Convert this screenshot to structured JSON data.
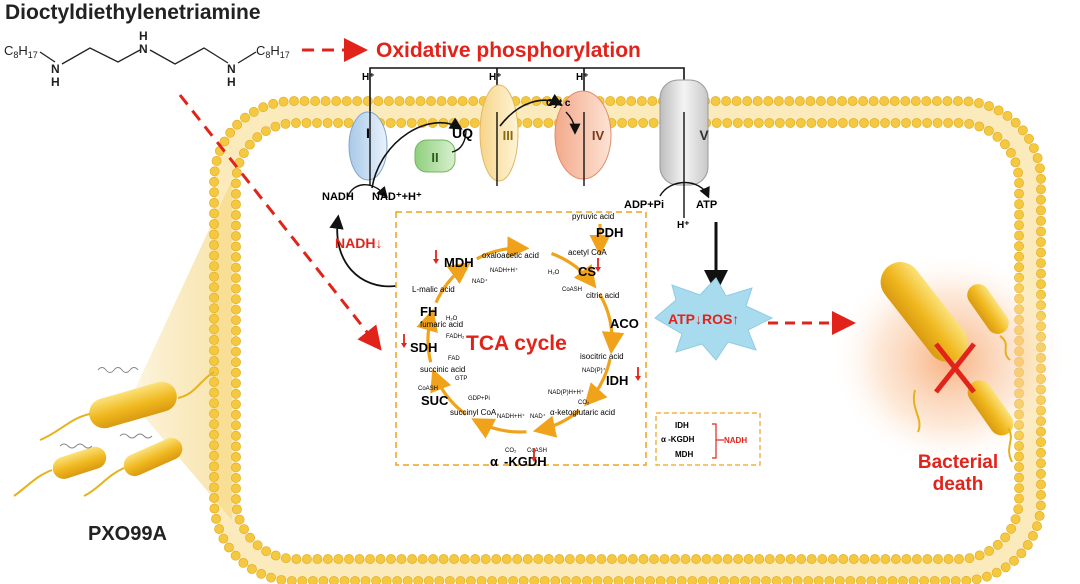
{
  "compound": {
    "name": "Dioctyldiethylenetriamine",
    "alkyl_left": "C8H17",
    "alkyl_right": "C8H17",
    "n": "N",
    "h": "H"
  },
  "oxphos_label": "Oxidative phosphorylation",
  "complexes": {
    "c1": "I",
    "c2": "II",
    "uq": "UQ",
    "c3": "III",
    "cytc": "Cyt c",
    "c4": "IV",
    "c5": "V"
  },
  "proton": "H⁺",
  "etc_labels": {
    "nadh": "NADH",
    "nad_plus": "NAD⁺+H⁺",
    "adp": "ADP+Pi",
    "atp": "ATP"
  },
  "nadh_down": "NADH↓",
  "tca": {
    "title": "TCA cycle",
    "enzymes": {
      "pdh": "PDH",
      "cs": "CS",
      "aco": "ACO",
      "idh": "IDH",
      "kgdh_prefix": "α",
      "kgdh": "-KGDH",
      "suc": "SUC",
      "sdh": "SDH",
      "fh": "FH",
      "mdh": "MDH"
    },
    "metabolites": {
      "pyruvic": "pyruvic acid",
      "acetyl": "acetyl CoA",
      "citric": "citric acid",
      "isocitric": "isocitric acid",
      "akg": "α-ketoglutaric acid",
      "succoa": "succinyl CoA",
      "succinic": "succinic acid",
      "fumaric": "fumaric acid",
      "malic": "L-malic acid",
      "oxaloacetic": "oxaloacetic acid"
    },
    "cofactors": {
      "h2o_cs": "H₂O",
      "coash_cs": "CoASH",
      "nadp": "NAD(P)⁺",
      "nadph": "NAD(P)H+H⁺",
      "co2_idh": "CO₂",
      "co2_kg": "CO₂",
      "coash_kg": "CoASH",
      "nadh_kg": "NADH+H⁺",
      "nad_kg": "NAD⁺",
      "coash_suc": "CoASH",
      "gtp": "GTP",
      "gdp": "GDP+Pi",
      "fad": "FAD",
      "fadh2": "FADH₂",
      "h2o_fh": "H₂O",
      "nad_mdh": "NAD⁺",
      "nadh_mdh": "NADH+H⁺"
    }
  },
  "legend": {
    "idh": "IDH",
    "kgdh": "α -KGDH",
    "mdh": "MDH",
    "nadh": "NADH"
  },
  "burst": "ATP↓ROS↑",
  "strain": "PXO99A",
  "death": [
    "Bacterial",
    "death"
  ],
  "colors": {
    "red": "#e2231a",
    "orange": "#f5a31a",
    "membrane": "#f3c74a",
    "cell": "#f0b81f",
    "burst": "#9fd6ec"
  }
}
